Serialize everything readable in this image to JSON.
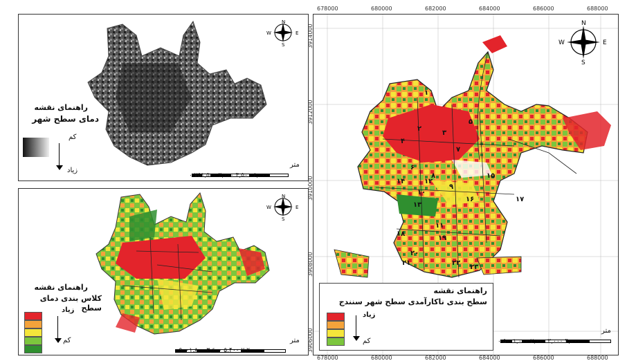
{
  "colors": {
    "very_high": "#e3242b",
    "high": "#f4a33b",
    "medium": "#f5e63b",
    "low": "#7cc63d",
    "very_low": "#2f8f2f",
    "gray_dark": "#2c2c2c",
    "gray_light": "#c8c8c8"
  },
  "lst_panel": {
    "legend_title": "راهنمای نقشه",
    "legend_subtitle": "دمای سطح شهر",
    "label_low": "کم",
    "label_high": "زیاد",
    "scale_unit": "متر",
    "scale_numbers": "۰ ۷۵۱,۵۰۰ ۳,۰۰۰ ۴,۵۰۰ ۶,۰۰۰",
    "north_n": "N",
    "north_s": "S",
    "north_e": "E",
    "north_w": "W",
    "north_icon": "compass-rose-icon"
  },
  "lstc_panel": {
    "legend_title": "راهنمای نقشه",
    "legend_subtitle": "کلاس بندی دمای سطح",
    "label_high": "زیاد",
    "label_low": "کم",
    "scale_unit": "متر",
    "scale_numbers": "۰ ۹۰۰۱,۸۰۰ ۳,۶۰۰ ۵,۴۰۰ ۷,۲۰۰",
    "north_n": "N",
    "north_s": "S",
    "north_e": "E",
    "north_w": "W",
    "north_icon": "compass-rose-icon"
  },
  "main_panel": {
    "legend_title": "راهنمای نقشه",
    "legend_subtitle": "سطح بندی ناکارآمدی سطح شهر سنندج",
    "label_high": "زیاد",
    "label_low": "کم",
    "scale_unit": "متر",
    "scale_numbers": "۰ ۵۰۰۱,۰۰۰ ۲,۰۰۰ ۳,۰۰۰ ۴,۰۰۰",
    "north_n": "N",
    "north_s": "S",
    "north_e": "E",
    "north_w": "W",
    "north_icon": "compass-rose-icon",
    "x_coords_top": [
      "678000",
      "680000",
      "682000",
      "684000",
      "686000",
      "688000"
    ],
    "x_coords_bottom": [
      "678000",
      "680000",
      "682000",
      "684000",
      "686000",
      "688000"
    ],
    "y_coords": [
      "3914000",
      "3912000",
      "3910000",
      "3908000",
      "3906000"
    ],
    "district_numbers": [
      "۱",
      "۲",
      "۳",
      "۴",
      "۵",
      "۶",
      "۷",
      "۸",
      "۹",
      "۱۰",
      "۱۱",
      "۱۲",
      "۱۳",
      "۱۴",
      "۱۵",
      "۱۶",
      "۱۷",
      "۱۸",
      "۱۹",
      "۲۰",
      "۲۱",
      "۲۲",
      "۲۳"
    ]
  }
}
